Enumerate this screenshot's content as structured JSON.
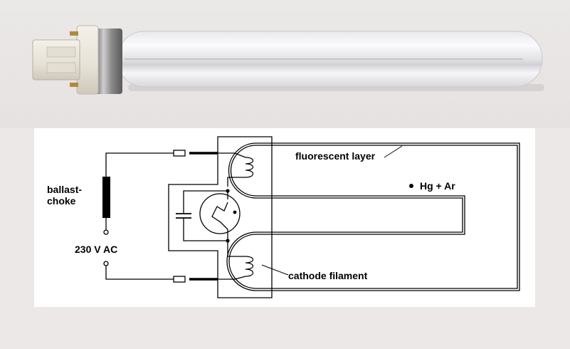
{
  "photo": {
    "subject": "compact-fluorescent-lamp-2-pin"
  },
  "diagram": {
    "labels": {
      "fluorescent_layer": "fluorescent layer",
      "gas": "Hg + Ar",
      "ballast_line1": "ballast-",
      "ballast_line2": "choke",
      "supply": "230 V AC",
      "cathode": "cathode filament"
    }
  }
}
